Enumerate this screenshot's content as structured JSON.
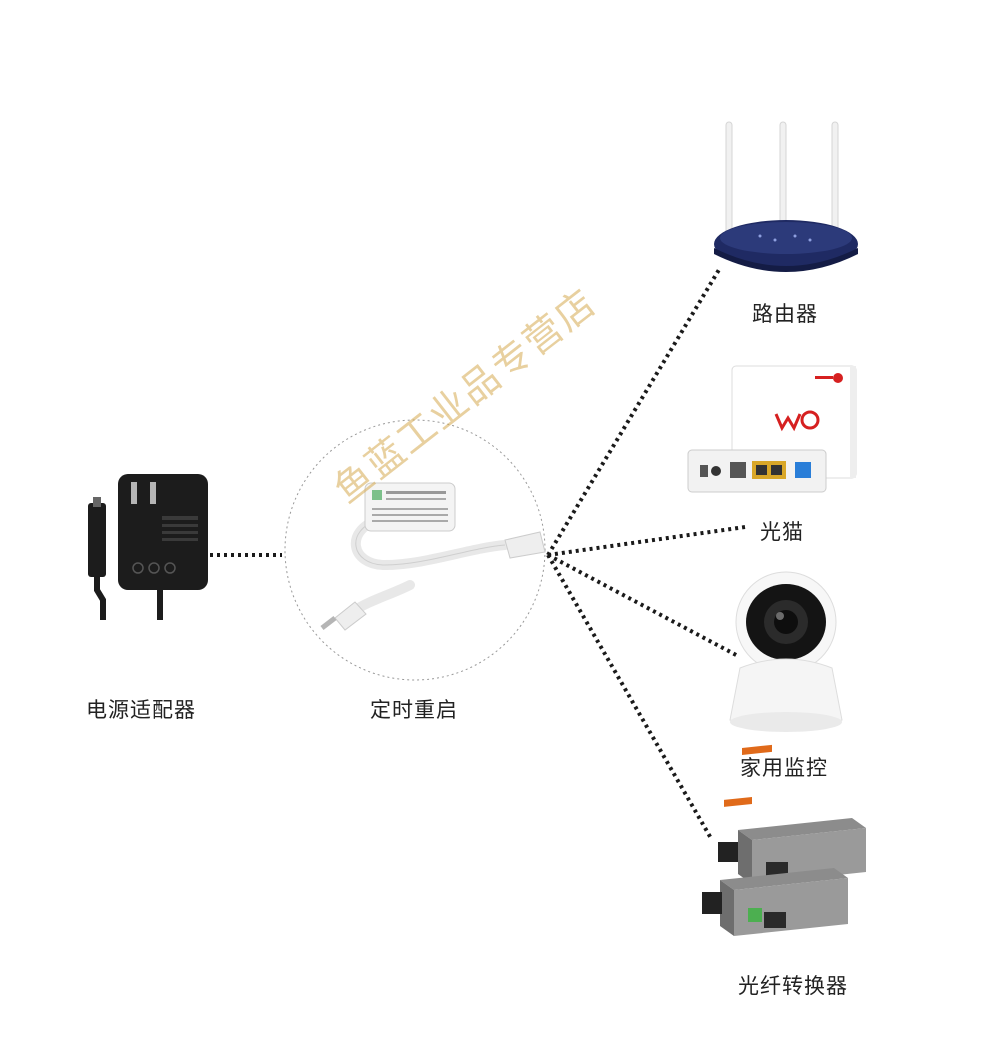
{
  "nodes": {
    "power_adapter": {
      "label": "电源适配器"
    },
    "timer_reboot": {
      "label": "定时重启"
    },
    "router": {
      "label": "路由器"
    },
    "optical_modem": {
      "label": "光猫"
    },
    "home_camera": {
      "label": "家用监控"
    },
    "fiber_converter": {
      "label": "光纤转换器"
    }
  },
  "watermark": "鱼蓝工业品专营店",
  "colors": {
    "connector_dots": "#1a1a1a",
    "router_body": "#1f2a63",
    "adapter_body": "#1c1c1c",
    "converter_accent": "#e06a1a",
    "label_text": "#222222"
  },
  "icons": [
    "power-adapter-icon",
    "timer-reboot-module-icon",
    "router-icon",
    "optical-modem-icon",
    "security-camera-icon",
    "fiber-converter-icon"
  ]
}
